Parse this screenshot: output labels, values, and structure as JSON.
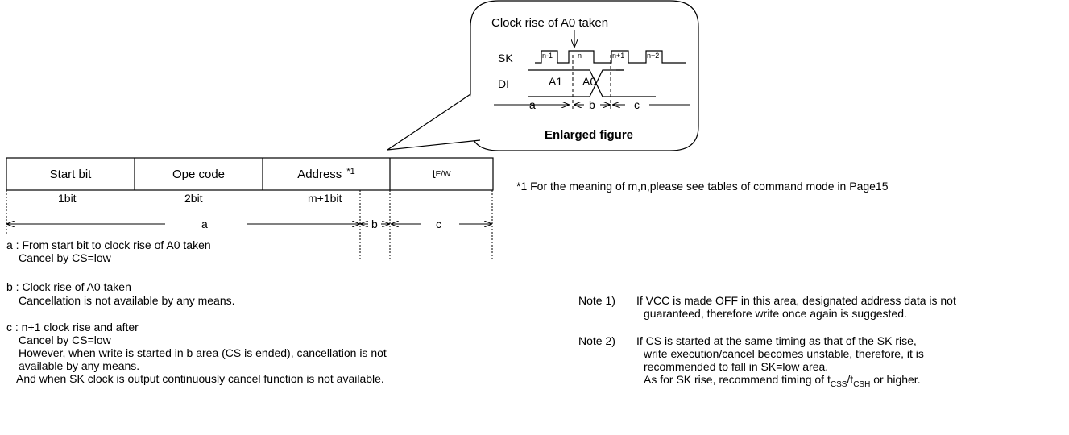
{
  "bubble": {
    "title": "Clock rise of A0 taken",
    "sk_label": "SK",
    "di_label": "DI",
    "clocks": [
      "n-1",
      "n",
      "n+1",
      "n+2"
    ],
    "data_bits": [
      "A1",
      "A0"
    ],
    "region_a": "a",
    "region_b": "b",
    "region_c": "c",
    "caption": "Enlarged figure"
  },
  "frame": {
    "cells": [
      "Start bit",
      "Ope code",
      "Address",
      "t"
    ],
    "address_note": "*1",
    "twv_sub": "E/W",
    "bits": [
      "1bit",
      "2bit",
      "m+1bit"
    ],
    "arrow_a": "a",
    "arrow_b": "b",
    "arrow_c": "c"
  },
  "footnote": "*1 For the meaning of m,n,please see tables of command mode in Page15",
  "descriptions": {
    "a_head": "a : From start bit to clock rise of A0 taken",
    "a_line1": "Cancel by CS=low",
    "b_head": "b : Clock rise of A0 taken",
    "b_line1": "Cancellation is not available by any means.",
    "c_head": "c : n+1 clock rise and after",
    "c_line1": "Cancel by CS=low",
    "c_line2": "However, when write is started in b area (CS is ended), cancellation is not",
    "c_line3": "available by any means.",
    "c_line4": "And when SK clock is output continuously cancel function is not available."
  },
  "notes": {
    "note1_label": "Note 1)",
    "note1_line1": "If VCC is made OFF in this area, designated address data is not",
    "note1_line2": "guaranteed, therefore write once again is suggested.",
    "note2_label": "Note 2)",
    "note2_line1": "If CS is started at the same timing as that of the SK rise,",
    "note2_line2": "write execution/cancel becomes unstable, therefore, it is",
    "note2_line3": "recommended to fall in SK=low area.",
    "note2_line4_pre": "As for SK rise, recommend timing of t",
    "note2_sub1": "CSS",
    "note2_slash": "/t",
    "note2_sub2": "CSH",
    "note2_line4_post": " or higher."
  }
}
